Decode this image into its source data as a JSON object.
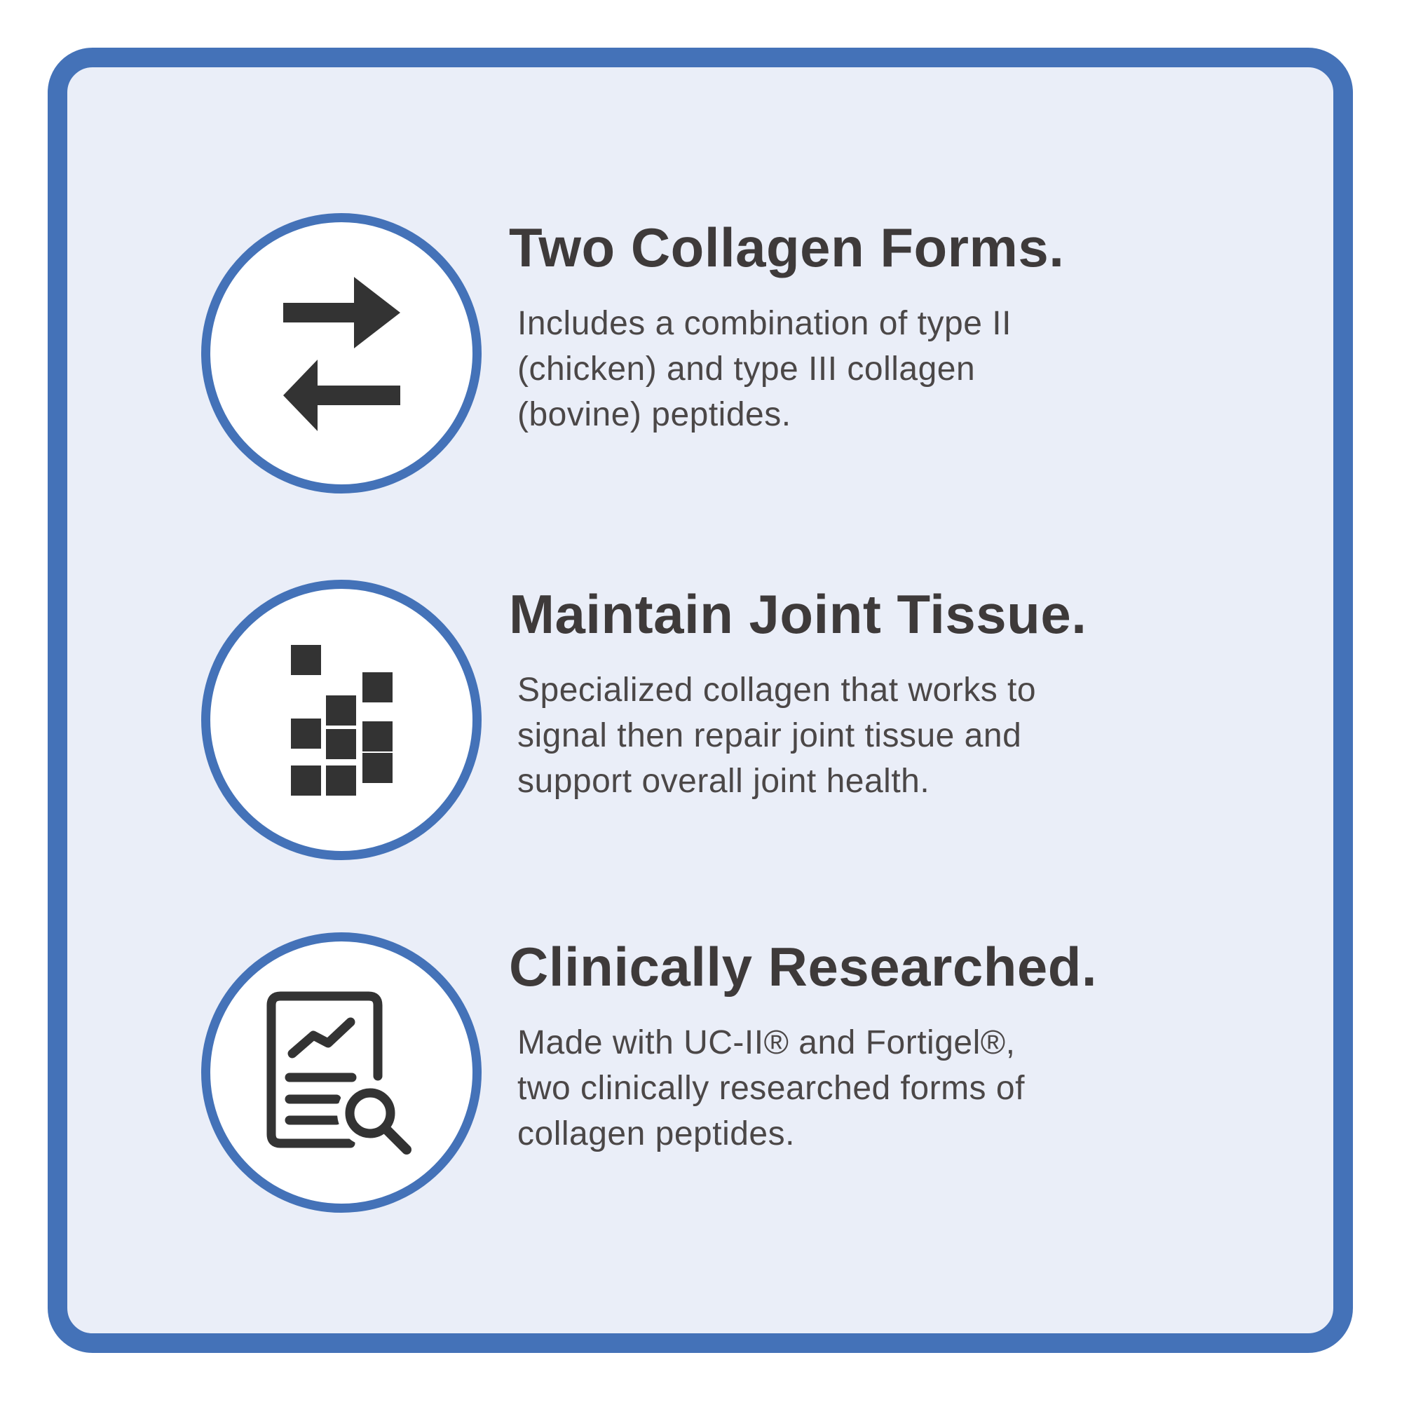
{
  "colors": {
    "accent": "#4472b8",
    "card-bg": "#eaeef8",
    "circle-bg": "#ffffff",
    "icon": "#333333",
    "title": "#3e3a3a",
    "body": "#4b4747",
    "page-bg": "#ffffff"
  },
  "features": [
    {
      "icon": "transfer-arrows",
      "title": "Two Collagen Forms.",
      "body_lines": [
        "Includes a combination of type II",
        "(chicken) and type III collagen",
        "(bovine) peptides."
      ]
    },
    {
      "icon": "pixel-blocks",
      "title": "Maintain Joint Tissue.",
      "body_lines": [
        "Specialized collagen that works to",
        "signal then repair joint tissue and",
        "support overall joint health."
      ]
    },
    {
      "icon": "document-search",
      "title": "Clinically Researched.",
      "body_lines": [
        "Made with UC-II® and Fortigel®,",
        "two clinically researched forms of",
        "collagen peptides."
      ]
    }
  ]
}
